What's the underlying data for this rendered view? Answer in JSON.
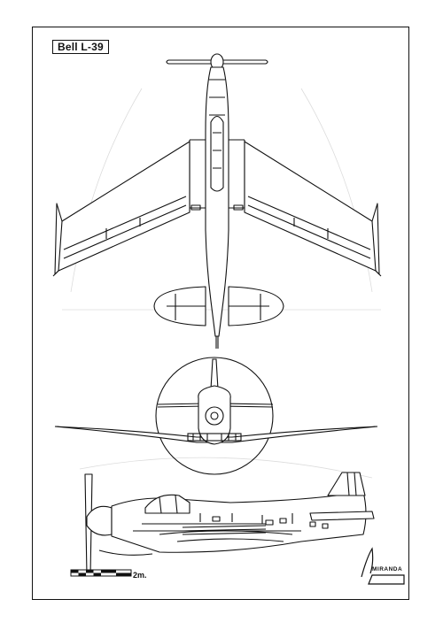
{
  "drawing": {
    "title": "Bell L-39",
    "scale_label": "2m.",
    "signature": "MIRANDA"
  },
  "colors": {
    "ink": "#111111",
    "paper": "#ffffff",
    "faint": "#d8d8d8"
  }
}
